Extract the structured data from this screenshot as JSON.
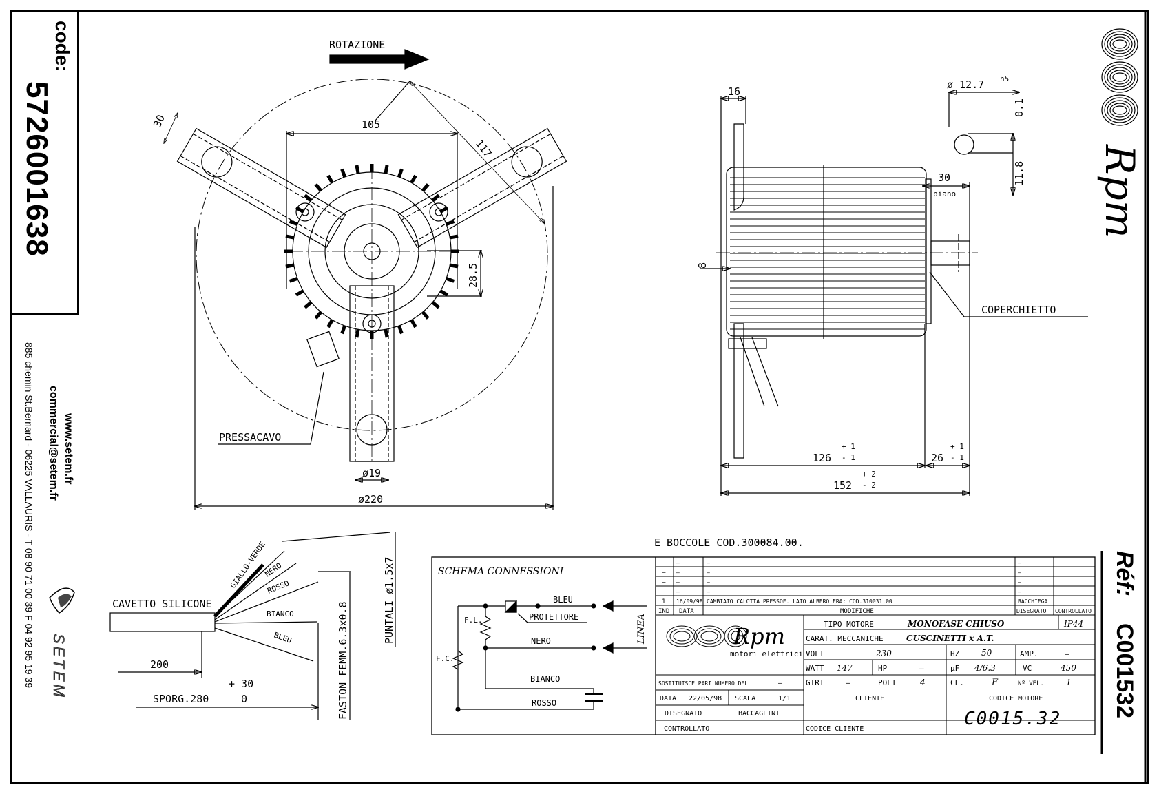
{
  "sidebar_left": {
    "code_label": "code:",
    "code_value": "5726001638",
    "website": "www.setem.fr",
    "email": "commercial@setem.fr",
    "address": "885 chemin St.Bernard  -  06225 VALLAURIS  -  T 08 90 71 00 39  F 04 92 95 19 39",
    "brand": "SETEM"
  },
  "sidebar_right": {
    "brand": "Rpm",
    "ref_label": "Réf:",
    "ref_value": "C001532"
  },
  "front_view": {
    "rotation_label": "ROTAZIONE",
    "dim_105": "105",
    "dim_117": "117",
    "dim_30": "30",
    "dim_28_5": "28.5",
    "dim_19": "ø19",
    "dim_220": "ø220",
    "pressacavo_label": "PRESSACAVO"
  },
  "side_view": {
    "dim_16": "16",
    "dim_12_7": "ø 12.7",
    "tol_12_7": "h5",
    "dim_0_1": "0.1",
    "dim_11_8": "11.8",
    "dim_30": "30",
    "piano": "piano",
    "dim_8": "8",
    "coperchietto_label": "COPERCHIETTO",
    "dim_126": "126",
    "tol_126_plus": "+ 1",
    "tol_126_minus": "- 1",
    "dim_26": "26",
    "tol_26_plus": "+ 1",
    "tol_26_minus": "- 1",
    "dim_152": "152",
    "tol_152_plus": "+ 2",
    "tol_152_minus": "- 2"
  },
  "cable_view": {
    "cable_label": "CAVETTO SILICONE",
    "wires": [
      "GIALLO-VERDE",
      "NERO",
      "ROSSO",
      "BIANCO",
      "BLEU"
    ],
    "dim_200": "200",
    "sporg": "SPORG.280",
    "tol_plus": "+ 30",
    "tol_zero": "0",
    "faston": "FASTON FEMM.6.3x0.8",
    "puntali": "PUNTALI ø1.5x7"
  },
  "boccole_note": "E BOCCOLE COD.300084.00.",
  "schema": {
    "title": "SCHEMA CONNESSIONI",
    "bleu": "BLEU",
    "protettore": "PROTETTORE",
    "nero": "NERO",
    "bianco": "BIANCO",
    "rosso": "ROSSO",
    "fl": "F.L.",
    "fc": "F.C.",
    "linea": "LINEA"
  },
  "title_block": {
    "mods": [
      {
        "ind": "–",
        "data": "–",
        "desc": "–",
        "dis": "–",
        "ctrl": ""
      },
      {
        "ind": "–",
        "data": "–",
        "desc": "–",
        "dis": "–",
        "ctrl": ""
      },
      {
        "ind": "–",
        "data": "–",
        "desc": "–",
        "dis": "–",
        "ctrl": ""
      },
      {
        "ind": "–",
        "data": "–",
        "desc": "–",
        "dis": "–",
        "ctrl": ""
      },
      {
        "ind": "1",
        "data": "16/09/98",
        "desc": "CAMBIATO CALOTTA PRESSOF. LATO ALBERO ERA: COD.310031.00",
        "dis": "BACCHIEGA",
        "ctrl": ""
      }
    ],
    "hdr_ind": "IND",
    "hdr_data": "DATA",
    "hdr_modifiche": "MODIFICHE",
    "hdr_disegnato": "DISEGNATO",
    "hdr_controllato": "CONTROLLATO",
    "logo_text": "Rpm",
    "logo_sub": "motori elettrici",
    "tipo_motore_label": "TIPO MOTORE",
    "tipo_motore_value": "MONOFASE CHIUSO",
    "ip": "IP44",
    "carat_label": "CARAT. MECCANICHE",
    "carat_value": "CUSCINETTI x A.T.",
    "volt_label": "VOLT",
    "volt_value": "230",
    "hz_label": "HZ",
    "hz_value": "50",
    "amp_label": "AMP.",
    "amp_value": "–",
    "watt_label": "WATT",
    "watt_value": "147",
    "hp_label": "HP",
    "hp_value": "–",
    "uf_label": "µF",
    "uf_value": "4/6.3",
    "vc_label": "VC",
    "vc_value": "450",
    "giri_label": "GIRI",
    "giri_value": "–",
    "poli_label": "POLI",
    "poli_value": "4",
    "cl_label": "CL.",
    "cl_value": "F",
    "nvel_label": "Nº VEL.",
    "nvel_value": "1",
    "sostituisce_label": "SOSTITUISCE PARI NUMERO DEL",
    "sostituisce_value": "–",
    "data_label": "DATA",
    "data_value": "22/05/98",
    "scala_label": "SCALA",
    "scala_value": "1/1",
    "disegnato_label": "DISEGNATO",
    "disegnato_value": "BACCAGLINI",
    "controllato_label": "CONTROLLATO",
    "cliente_label": "CLIENTE",
    "codice_cliente_label": "CODICE CLIENTE",
    "codice_motore_label": "CODICE MOTORE",
    "codice_motore_value": "C0015.32"
  }
}
